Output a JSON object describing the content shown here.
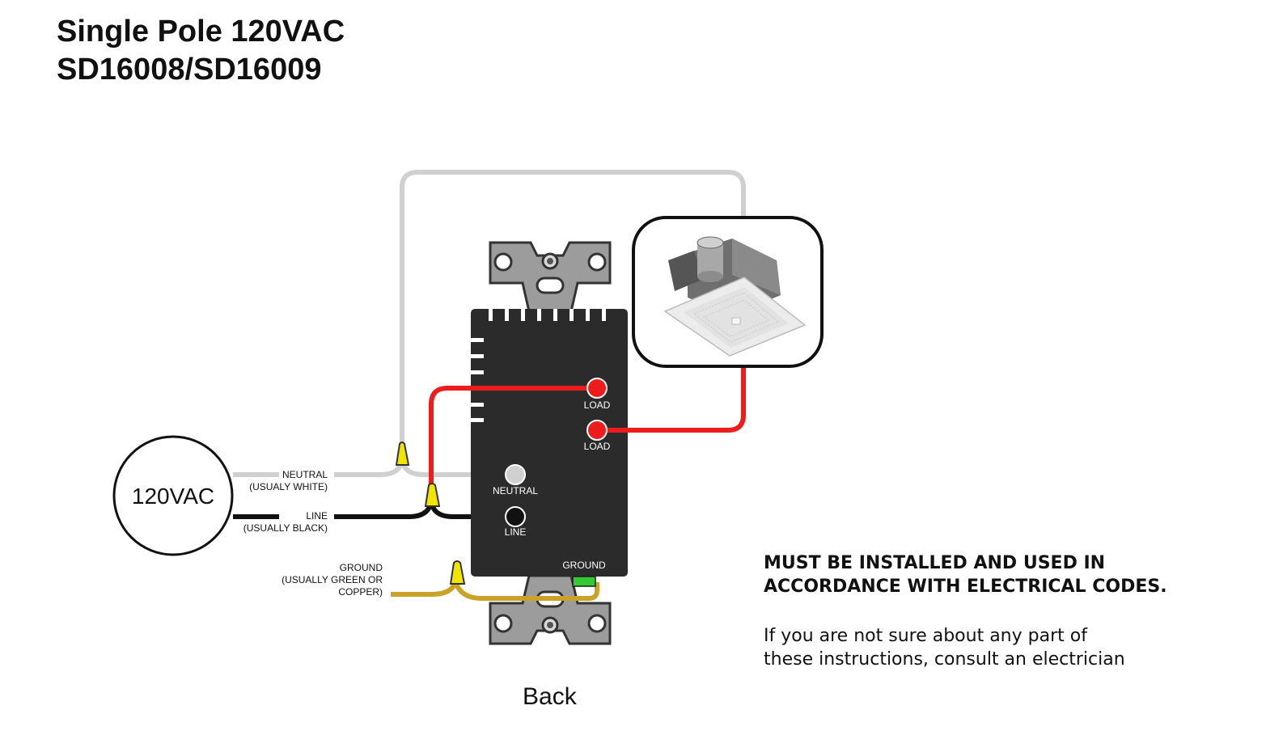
{
  "title": {
    "line1": "Single Pole 120VAC",
    "line2": "SD16008/SD16009"
  },
  "source": {
    "label": "120VAC"
  },
  "wires": {
    "neutral_label": "NEUTRAL",
    "neutral_sub": "(USUALY WHITE)",
    "line_label": "LINE",
    "line_sub": "(USUALLY BLACK)",
    "ground_label": "GROUND",
    "ground_sub1": "(USUALLY GREEN OR",
    "ground_sub2": "COPPER)"
  },
  "terminals": {
    "load1": "LOAD",
    "load2": "LOAD",
    "neutral": "NEUTRAL",
    "line": "LINE",
    "ground": "GROUND"
  },
  "notes": {
    "warning_line1": "MUST BE INSTALLED AND USED IN",
    "warning_line2": "ACCORDANCE WITH ELECTRICAL CODES.",
    "advice_line1": "If you are not sure about any part of",
    "advice_line2": "these instructions, consult an electrician"
  },
  "caption": "Back",
  "colors": {
    "neutral_wire": "#d0d0d0",
    "line_wire": "#111111",
    "load_wire": "#ee1c1c",
    "ground_wire": "#c9a227",
    "device_body": "#2b2b2b",
    "wire_nut": "#f2e600",
    "ground_terminal": "#36c936"
  }
}
